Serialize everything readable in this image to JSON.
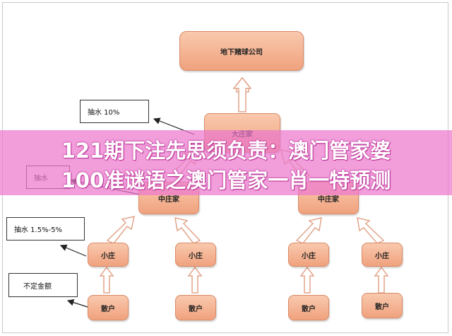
{
  "nodes": {
    "company": "地下赌球公司",
    "big_dealer": "大庄家",
    "mid_dealer_left": "中庄家",
    "mid_dealer_right": "中庄家",
    "small_dealer_1": "小庄",
    "small_dealer_2": "小庄",
    "small_dealer_3": "小庄",
    "small_dealer_4": "小庄",
    "retail_1": "散户",
    "retail_2": "散户",
    "retail_3": "散户",
    "retail_4": "散户"
  },
  "notes": {
    "commission_big": "抽水 10%",
    "commission_mid": "抽水",
    "commission_small": "抽水 1.5%-5%",
    "variable_amount": "不定金额"
  },
  "banner": {
    "line1": "121期下注先思须负责：澳门管家婆",
    "line2": "100准谜语之澳门管家一肖一特预测",
    "color": "#ec78cd"
  },
  "colors": {
    "node_fill": "#f4b090",
    "node_border": "#d98a66"
  }
}
